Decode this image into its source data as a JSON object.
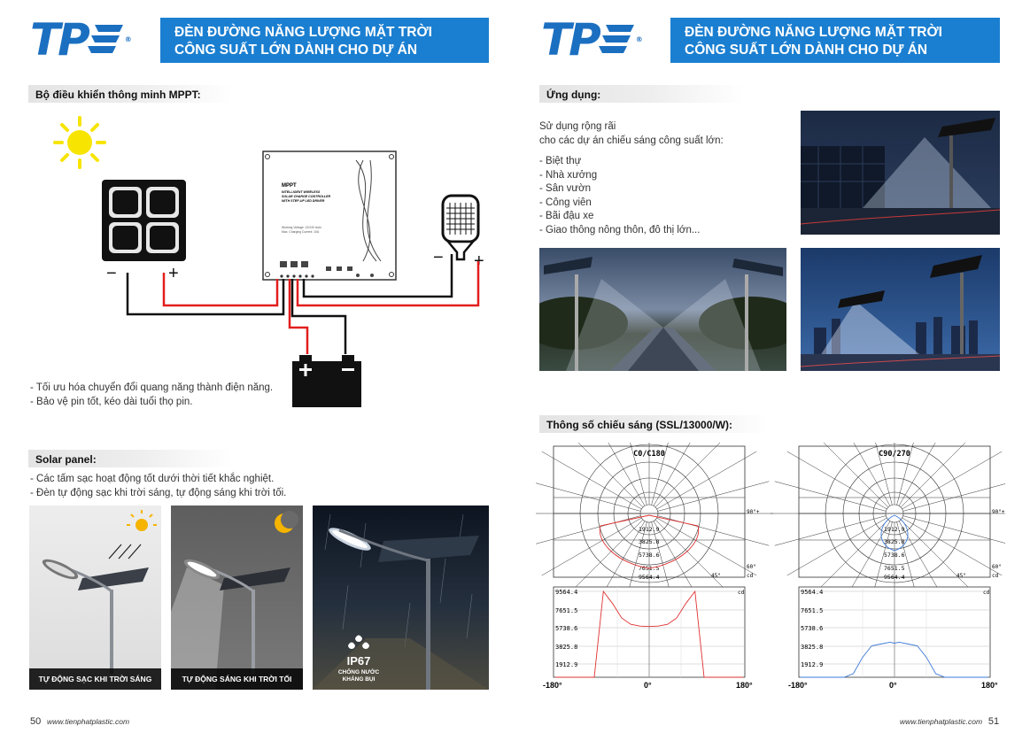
{
  "left_page": {
    "logo": "TP",
    "banner_line1": "ĐÈN ĐƯỜNG NĂNG LƯỢNG MẶT TRỜI",
    "banner_line2": "CÔNG SUẤT LỚN DÀNH CHO DỰ ÁN",
    "mppt_title": "Bộ điều khiển thông minh MPPT:",
    "controller": {
      "brand": "MPPT",
      "line1": "INTELLIGENT WIRELESS",
      "line2": "SOLAR CHARGE CONTROLLER",
      "line3": "WITH STEP-UP LED DRIVER",
      "spec1": "Working Voltage: 12/24V Auto",
      "spec2": "Max. Charging Current: 10A"
    },
    "minus_sign": "−",
    "plus_sign": "+",
    "mppt_bullets": [
      "- Tối ưu hóa chuyển đổi quang năng thành điện năng.",
      "- Bảo vệ pin tốt, kéo dài tuổi thọ pin."
    ],
    "solar_title": "Solar panel:",
    "solar_bullets": [
      "- Các tấm sạc hoạt động tốt dưới thời tiết khắc nghiệt.",
      "- Đèn tự động sạc khi trời sáng, tự động sáng khi trời tối."
    ],
    "photo_labels": [
      "TỰ ĐỘNG SẠC KHI TRỜI SÁNG",
      "TỰ ĐỘNG SÁNG KHI TRỜI TỐI"
    ],
    "ip67": "IP67",
    "ip67_line1": "CHỐNG NƯỚC",
    "ip67_line2": "KHÁNG BỤI",
    "page_number": "50",
    "url": "www.tienphatplastic.com"
  },
  "right_page": {
    "logo": "TP",
    "banner_line1": "ĐÈN ĐƯỜNG NĂNG LƯỢNG MẶT TRỜI",
    "banner_line2": "CÔNG SUẤT LỚN DÀNH CHO DỰ ÁN",
    "app_title": "Ứng dụng:",
    "app_intro1": "Sử dụng rộng rãi",
    "app_intro2": "cho các dự án chiếu sáng công suất lớn:",
    "app_items": [
      "- Biệt thự",
      "- Nhà xưởng",
      "- Sân vườn",
      "- Công viên",
      "- Bãi đậu xe",
      "- Giao thông nông thôn, đô thị lớn..."
    ],
    "spec_title": "Thông số chiếu sáng (SSL/13000/W):",
    "page_number": "51",
    "url": "www.tienphatplastic.com"
  },
  "chart_data": [
    {
      "type": "polar",
      "title": "C0/C180",
      "radial_labels": [
        "1912.9",
        "3825.8",
        "5738.6",
        "7651.5",
        "9564.4"
      ],
      "angle_labels": [
        "90°+",
        "60°",
        "45°",
        "cd"
      ],
      "color": "#e03030"
    },
    {
      "type": "line",
      "y_ticks": [
        "9564.4",
        "7651.5",
        "5738.6",
        "3825.8",
        "1912.9"
      ],
      "x_ticks": [
        "-180°",
        "0°",
        "180°"
      ],
      "unit": "cd",
      "x": [
        -180,
        -60,
        -50,
        -40,
        -30,
        -20,
        -10,
        0,
        10,
        20,
        30,
        40,
        50,
        60,
        180
      ],
      "y": [
        0,
        0,
        9564.4,
        8200,
        6600,
        5900,
        5700,
        5650,
        5700,
        5900,
        6600,
        8200,
        9564.4,
        0,
        0
      ],
      "color": "#e03030"
    },
    {
      "type": "polar",
      "title": "C90/270",
      "radial_labels": [
        "1912.9",
        "3825.8",
        "5738.6",
        "7651.5",
        "9564.4"
      ],
      "angle_labels": [
        "90°+",
        "60°",
        "45°",
        "cd"
      ],
      "color": "#3b78d8"
    },
    {
      "type": "line",
      "y_ticks": [
        "9564.4",
        "7651.5",
        "5738.6",
        "3825.8",
        "1912.9"
      ],
      "x_ticks": [
        "-180°",
        "0°",
        "180°"
      ],
      "unit": "cd",
      "x": [
        -180,
        -55,
        -45,
        -35,
        -25,
        -15,
        -5,
        0,
        5,
        15,
        25,
        35,
        45,
        55,
        180
      ],
      "y": [
        0,
        0,
        400,
        2200,
        3500,
        3700,
        3900,
        3800,
        3900,
        3700,
        3500,
        2200,
        400,
        0,
        0
      ],
      "color": "#3b78d8"
    }
  ]
}
